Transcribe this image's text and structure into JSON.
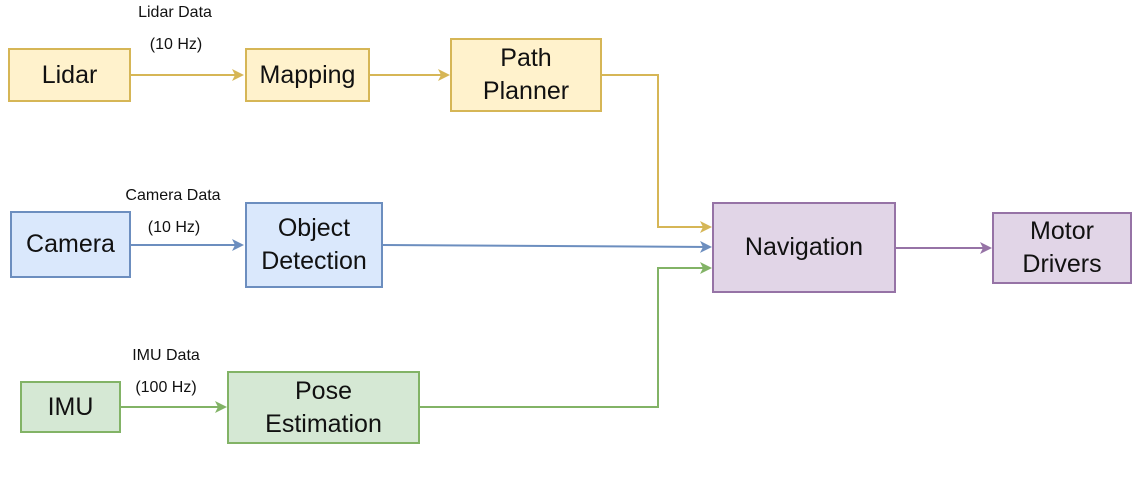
{
  "colors": {
    "lidar_fill": "#fff2cc",
    "lidar_stroke": "#d6b656",
    "camera_fill": "#dae8fc",
    "camera_stroke": "#6c8ebf",
    "imu_fill": "#d5e8d4",
    "imu_stroke": "#82b366",
    "nav_fill": "#e1d5e7",
    "nav_stroke": "#9673a6"
  },
  "nodes": {
    "lidar": "Lidar",
    "mapping": "Mapping",
    "path_planner": "Path\nPlanner",
    "camera": "Camera",
    "object_detection": "Object\nDetection",
    "imu": "IMU",
    "pose_estimation": "Pose\nEstimation",
    "navigation": "Navigation",
    "motor_drivers": "Motor\nDrivers"
  },
  "edge_labels": {
    "lidar_data": "Lidar Data",
    "lidar_rate": "(10 Hz)",
    "camera_data": "Camera Data",
    "camera_rate": "(10 Hz)",
    "imu_data": "IMU Data",
    "imu_rate": "(100 Hz)"
  }
}
